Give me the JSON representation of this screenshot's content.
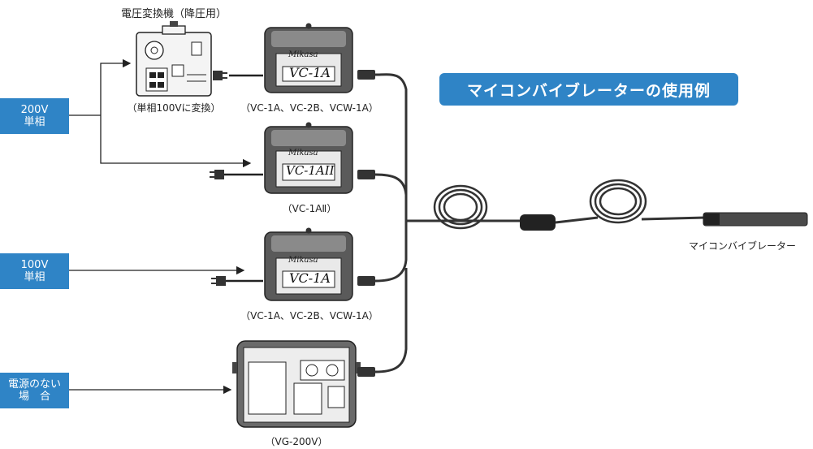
{
  "title": "マイコンバイブレーターの使用例",
  "transformer": {
    "name": "電圧変換機（降圧用）",
    "note": "（単相100Vに変換）"
  },
  "sources": [
    {
      "line1": "200V",
      "line2": "単相"
    },
    {
      "line1": "100V",
      "line2": "単相"
    },
    {
      "line1": "電源のない",
      "line2": "場　合"
    }
  ],
  "units": [
    {
      "plate_brand": "Mikasa",
      "plate_model": "VC-1A",
      "caption": "（VC-1A、VC-2B、VCW-1A）"
    },
    {
      "plate_brand": "Mikasa",
      "plate_model": "VC-1AII",
      "caption": "（VC-1AⅡ）"
    },
    {
      "plate_brand": "Mikasa",
      "plate_model": "VC-1A",
      "caption": "（VC-1A、VC-2B、VCW-1A）"
    },
    {
      "caption": "（VG-200V）"
    }
  ],
  "vibrator": {
    "label": "マイコンバイブレーター"
  }
}
